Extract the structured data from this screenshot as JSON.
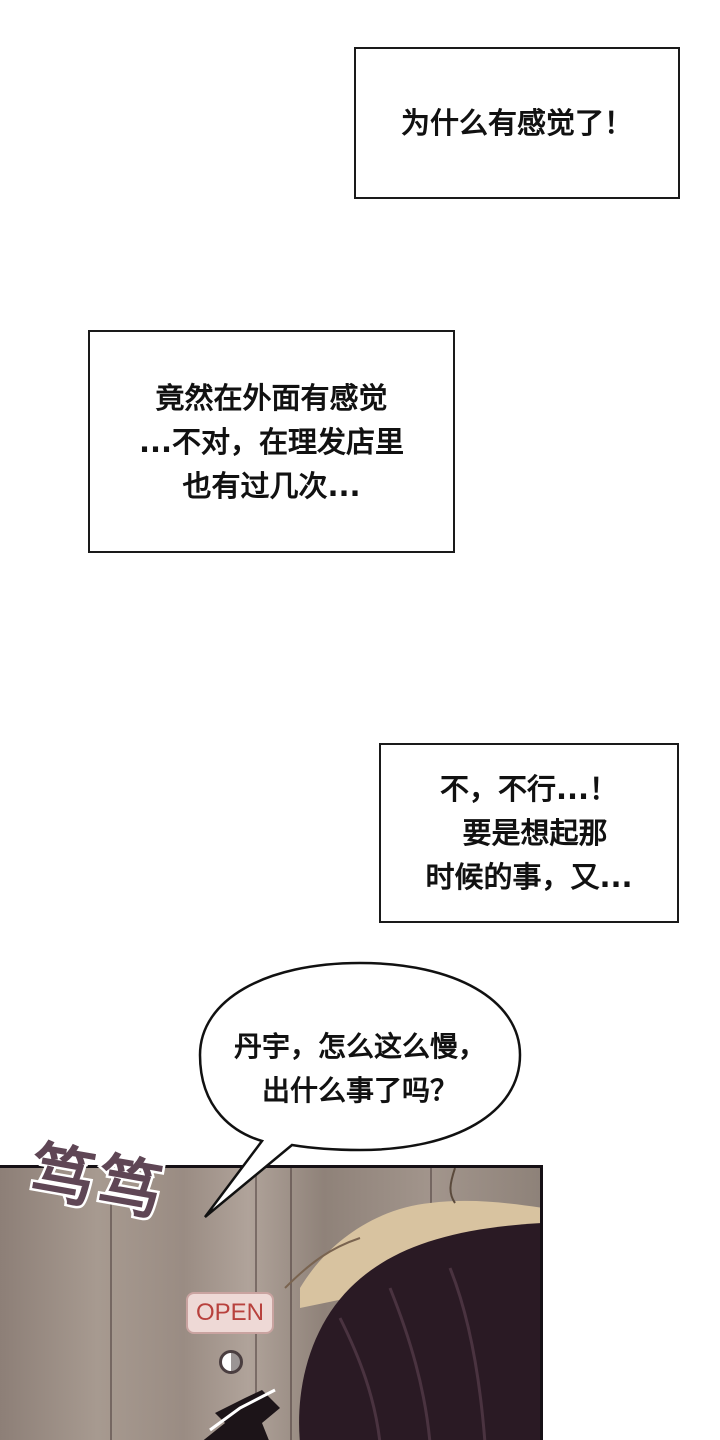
{
  "captions": [
    {
      "lines": [
        "为什么有感觉了！"
      ]
    },
    {
      "lines": [
        "竟然在外面有感觉",
        "...不对，在理发店里",
        "也有过几次..."
      ]
    },
    {
      "lines": [
        "不，不行...！",
        "要是想起那",
        "时候的事，又..."
      ]
    }
  ],
  "speech_bubble": {
    "lines": [
      "丹宇，怎么这么慢，",
      "出什么事了吗？"
    ]
  },
  "sound_effect": "笃笃",
  "door_sign": "OPEN",
  "colors": {
    "sound_effect": "#5f4655",
    "sign_text": "#b8413d",
    "sign_bg": "#eed9d6",
    "hair_dark": "#2a1a24",
    "hair_light": "#d8c3a0"
  }
}
